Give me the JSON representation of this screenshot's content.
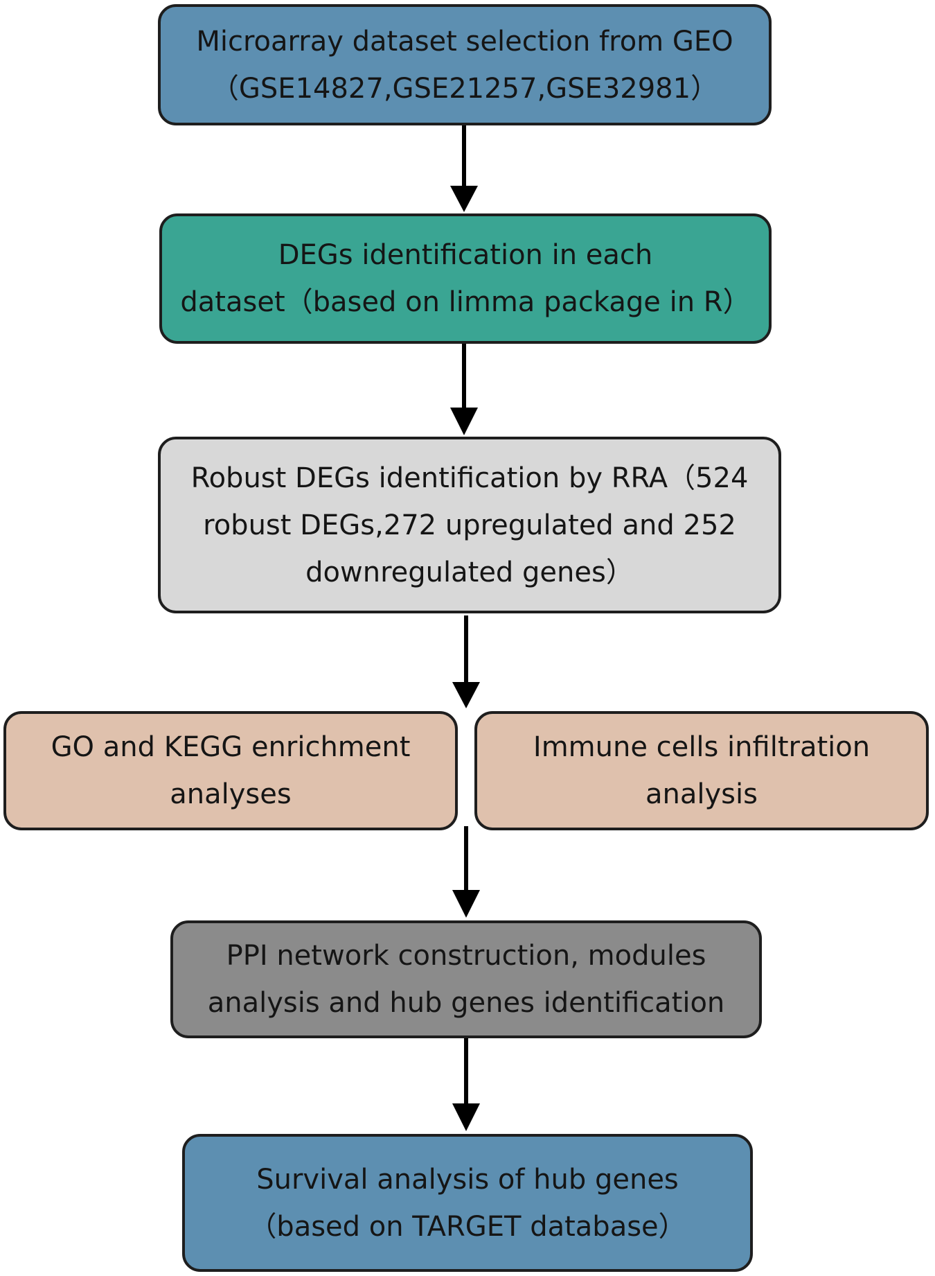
{
  "steps": [
    {
      "lines": [
        "Microarray dataset selection from GEO",
        "（GSE14827,GSE21257,GSE32981）"
      ],
      "color": "#5d8fb1"
    },
    {
      "lines": [
        "DEGs identification in each",
        "dataset（based on limma package in R）"
      ],
      "color": "#3aa593"
    },
    {
      "lines": [
        "Robust DEGs identification by RRA（524",
        "robust DEGs,272 upregulated and 252",
        "downregulated genes）"
      ],
      "color": "#d8d8d8"
    },
    {
      "lines": [
        "GO and KEGG enrichment",
        "analyses"
      ],
      "color": "#dfc1ad"
    },
    {
      "lines": [
        "Immune cells infiltration",
        "analysis"
      ],
      "color": "#dfc1ad"
    },
    {
      "lines": [
        "PPI network construction,  modules",
        "analysis and hub genes identification"
      ],
      "color": "#8b8b8b"
    },
    {
      "lines": [
        "Survival analysis of hub genes",
        "（based on TARGET database）"
      ],
      "color": "#5d8fb1"
    }
  ]
}
